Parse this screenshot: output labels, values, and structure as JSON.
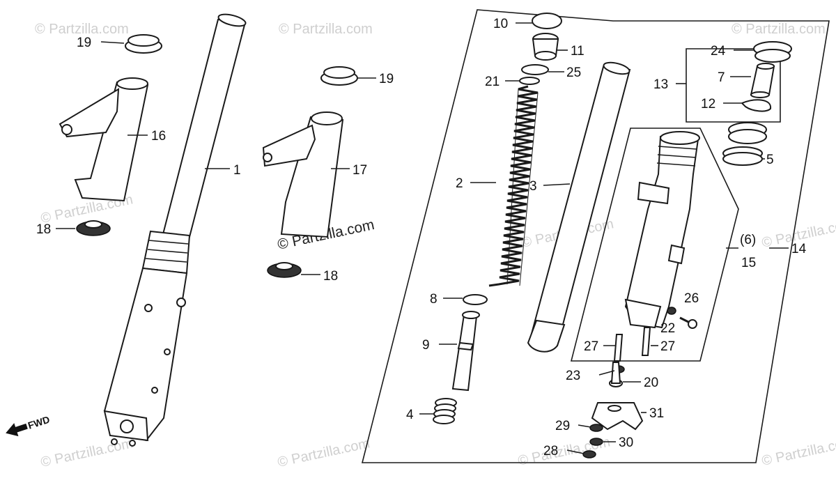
{
  "watermark": "© Partzilla.com",
  "fwd_label": "FWD",
  "callouts": {
    "c1": "1",
    "c2": "2",
    "c3": "3",
    "c4": "4",
    "c5": "5",
    "c6": "(6)",
    "c7": "7",
    "c8": "8",
    "c9": "9",
    "c10": "10",
    "c11": "11",
    "c12": "12",
    "c13": "13",
    "c14": "14",
    "c15": "15",
    "c16": "16",
    "c17": "17",
    "c18a": "18",
    "c18b": "18",
    "c19a": "19",
    "c19b": "19",
    "c20": "20",
    "c21": "21",
    "c22": "22",
    "c23": "23",
    "c24": "24",
    "c25": "25",
    "c26": "26",
    "c27a": "27",
    "c27b": "27",
    "c28": "28",
    "c29": "29",
    "c30": "30",
    "c31": "31"
  }
}
